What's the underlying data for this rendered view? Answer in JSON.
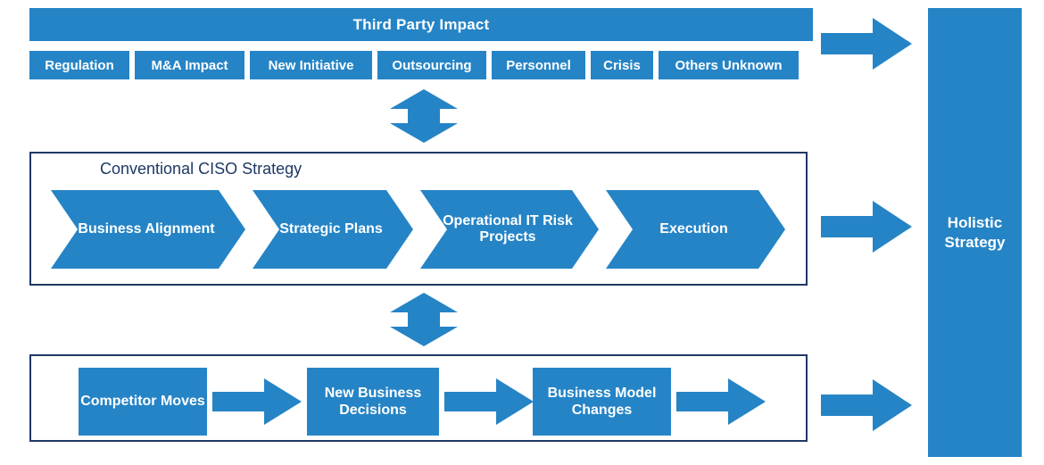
{
  "colors": {
    "brand_blue": "#2584C6",
    "panel_border": "#1F3864",
    "text_on_blue": "#FFFFFF",
    "label_text": "#1F3864",
    "background": "#FFFFFF"
  },
  "top_section": {
    "banner_label": "Third Party Impact",
    "drivers": [
      {
        "label": "Regulation"
      },
      {
        "label": "M&A Impact"
      },
      {
        "label": "New Initiative"
      },
      {
        "label": "Outsourcing"
      },
      {
        "label": "Personnel"
      },
      {
        "label": "Crisis"
      },
      {
        "label": "Others Unknown"
      }
    ]
  },
  "middle_section": {
    "panel_label": "Conventional CISO Strategy",
    "steps": [
      {
        "label": "Business Alignment"
      },
      {
        "label": "Strategic Plans"
      },
      {
        "label": "Operational IT Risk Projects"
      },
      {
        "label": "Execution"
      }
    ]
  },
  "bottom_section": {
    "steps": [
      {
        "label": "Competitor Moves"
      },
      {
        "label": "New Business Decisions"
      },
      {
        "label": "Business Model Changes"
      }
    ]
  },
  "right_column": {
    "label": "Holistic Strategy"
  },
  "connectors": {
    "vertical_double_arrow_top": "double-arrow-vertical",
    "vertical_double_arrow_bottom": "double-arrow-vertical",
    "right_arrow_top": "arrow-right",
    "right_arrow_middle": "arrow-right",
    "right_arrow_bottom": "arrow-right"
  }
}
